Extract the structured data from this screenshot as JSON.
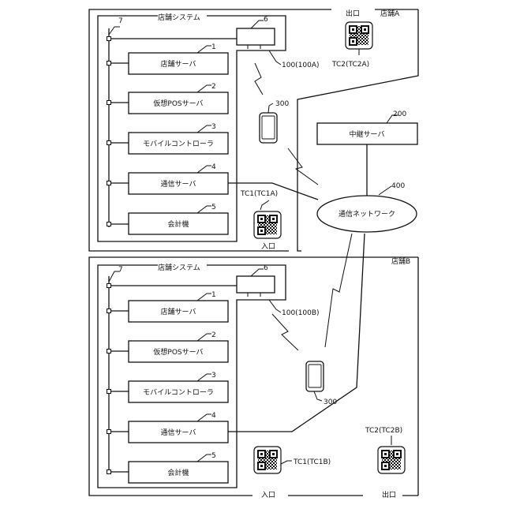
{
  "store_a": {
    "label": "店舗A",
    "exit_label": "出口",
    "entrance_label": "入口",
    "system_title": "店舗システム",
    "bus_ref": "7",
    "servers": [
      {
        "ref": "1",
        "label": "店舗サーバ"
      },
      {
        "ref": "2",
        "label": "仮想POSサーバ"
      },
      {
        "ref": "3",
        "label": "モバイルコントローラ"
      },
      {
        "ref": "4",
        "label": "通信サーバ"
      },
      {
        "ref": "5",
        "label": "会計機"
      }
    ],
    "access_point_ref": "6",
    "system_ref": "100(100A)",
    "terminal_ref": "300",
    "tc1_label": "TC1(TC1A)",
    "tc2_label": "TC2(TC2A)"
  },
  "store_b": {
    "label": "店舗B",
    "exit_label": "出口",
    "entrance_label": "入口",
    "system_title": "店舗システム",
    "bus_ref": "7",
    "servers": [
      {
        "ref": "1",
        "label": "店舗サーバ"
      },
      {
        "ref": "2",
        "label": "仮想POSサーバ"
      },
      {
        "ref": "3",
        "label": "モバイルコントローラ"
      },
      {
        "ref": "4",
        "label": "通信サーバ"
      },
      {
        "ref": "5",
        "label": "会計機"
      }
    ],
    "access_point_ref": "6",
    "system_ref": "100(100B)",
    "terminal_ref": "300",
    "tc1_label": "TC1(TC1B)",
    "tc2_label": "TC2(TC2B)"
  },
  "relay_server": {
    "ref": "200",
    "label": "中継サーバ"
  },
  "network": {
    "ref": "400",
    "label": "通信ネットワーク"
  }
}
